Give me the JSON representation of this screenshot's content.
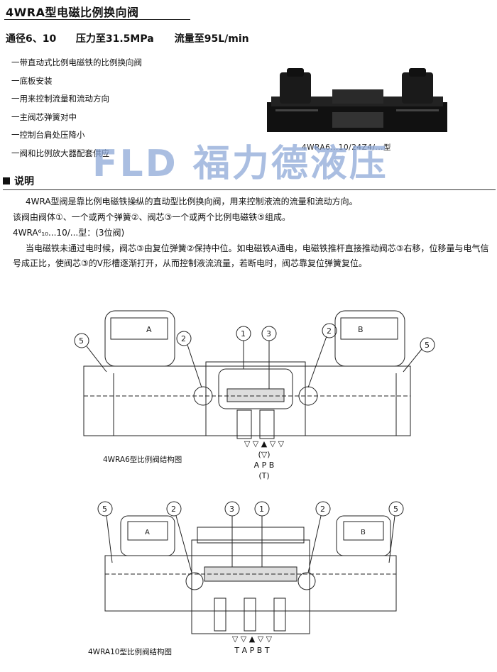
{
  "title": "4WRA型电磁比例换向阀",
  "specs": [
    "通径6、10",
    "压力至31.5MPa",
    "流量至95L/min"
  ],
  "features": [
    "一带直动式比例电磁铁的比例换向阀",
    "一底板安装",
    "一用来控制流量和流动方向",
    "一主阀芯弹簧对中",
    "一控制台肩处压降小",
    "一阀和比例放大器配套供应"
  ],
  "photo_caption": "4WRA6...10/24Z4/...型",
  "watermark": "FLD 福力德液压",
  "section_heading": "说明",
  "paragraphs": [
    "4WRA型阀是靠比例电磁铁操纵的直动型比例换向阀，用来控制液流的流量和流动方向。",
    "该阀由阀体①、一个或两个弹簧②、阀芯③一个或两个比例电磁铁⑤组成。",
    "4WRA⁶₁₀...10/...型：(3位阀)",
    "当电磁铁未通过电时候，阀芯③由复位弹簧②保持中位。如电磁铁A通电，电磁铁推杆直接推动阀芯③右移，位移量与电气信号成正比，使阀芯③的V形槽逐渐打开，从而控制液流流量，若断电时，阀芯靠复位弹簧复位。"
  ],
  "diagram1": {
    "caption": "4WRA6型比例阀结构图",
    "callouts": [
      "5",
      "2",
      "1",
      "3",
      "2",
      "5"
    ],
    "solenoids": [
      "A",
      "B"
    ],
    "ports_symbols": "▽ ▽ ▲ ▽ ▽",
    "ports_mid": "(▽)",
    "ports_letters": "A  P  B",
    "ports_t": "(T)"
  },
  "diagram2": {
    "caption": "4WRA10型比例阀结构图",
    "callouts": [
      "5",
      "2",
      "3",
      "1",
      "2",
      "5"
    ],
    "solenoids": [
      "A",
      "B"
    ],
    "ports_symbols": "▽ ▽ ▲ ▽ ▽",
    "ports_letters": "T  A  P  B  T"
  }
}
